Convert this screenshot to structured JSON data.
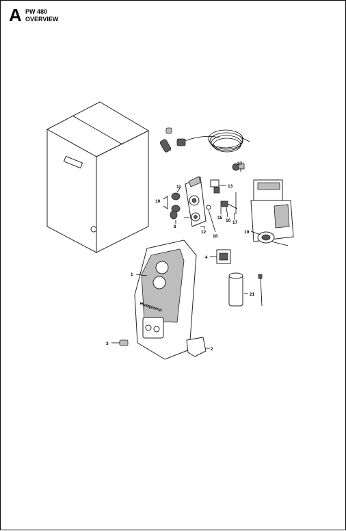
{
  "header": {
    "section_letter": "A",
    "model": "PW 480",
    "title": "OVERVIEW"
  },
  "callouts": [
    "1",
    "2",
    "3",
    "4",
    "8",
    "10",
    "11",
    "12",
    "13",
    "15",
    "16",
    "17",
    "18",
    "19",
    "21",
    "27"
  ],
  "brand_text": "Husqvarna"
}
